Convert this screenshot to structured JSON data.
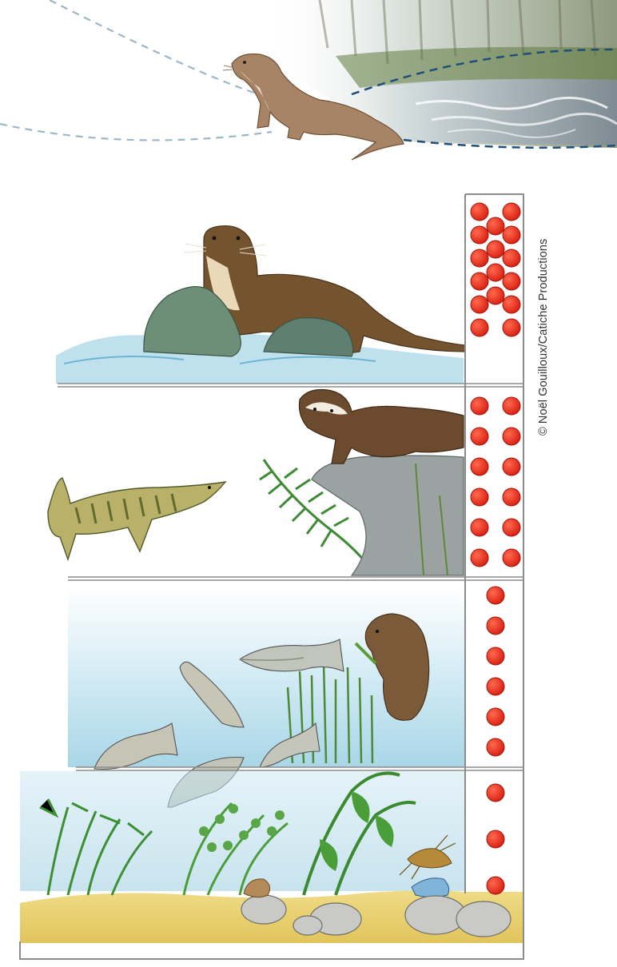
{
  "credit": "© Noël Gouilloux/Catiche Productions",
  "colors": {
    "dot": "#e32b1d",
    "dot_stroke": "#a3160d",
    "frame": "#8c8c8c",
    "water": "#b9dceb",
    "sand": "#e9d274",
    "otter": "#7a5a3a",
    "polecat": "#6b4a2e",
    "plant": "#3f8a34",
    "fish": "#a9a58a"
  },
  "levels": [
    {
      "name": "otter",
      "dots": 16
    },
    {
      "name": "polecat-pike",
      "dots": 12
    },
    {
      "name": "fish-vole",
      "dots": 6
    },
    {
      "name": "plants-invertebrates",
      "dots": 3
    }
  ]
}
